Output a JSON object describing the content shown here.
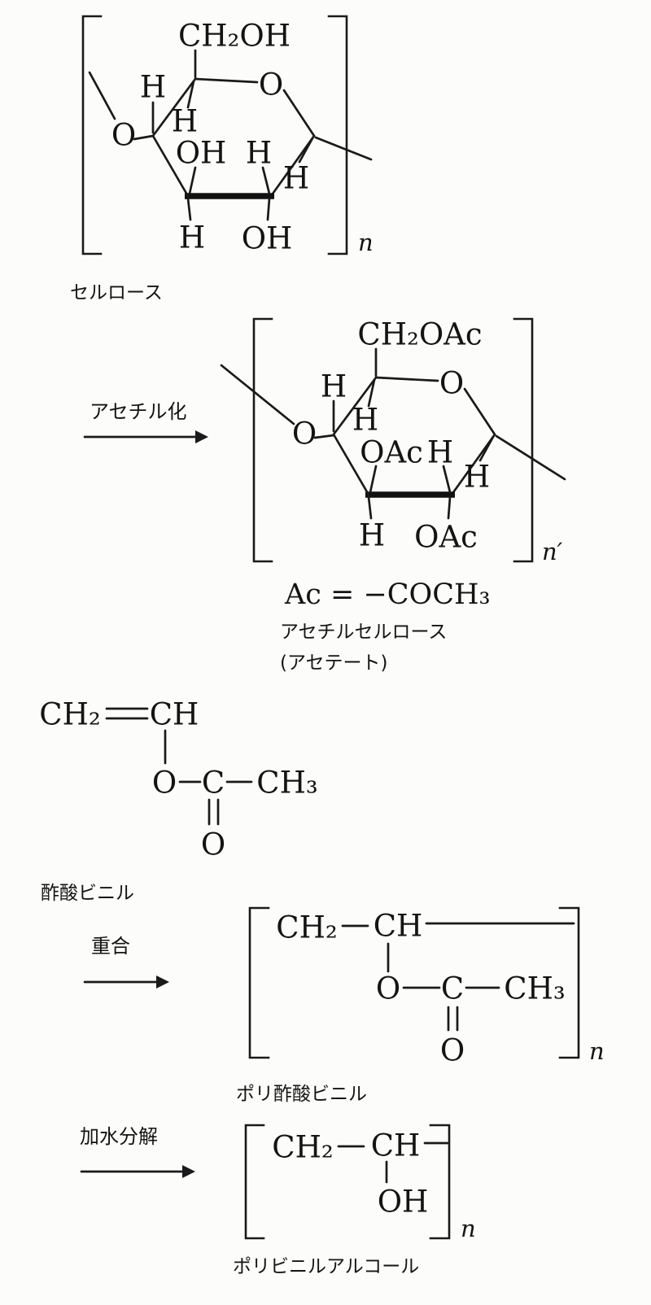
{
  "cellulose": {
    "ch2oh": "CH₂OH",
    "ring_o": "O",
    "glycosidic_o": "O",
    "h": "H",
    "oh": "OH",
    "n": "n",
    "caption": "セルロース"
  },
  "acetylation": {
    "arrow_label": "アセチル化"
  },
  "acetyl_cellulose": {
    "ch2oac": "CH₂OAc",
    "ring_o": "O",
    "glycosidic_o": "O",
    "h": "H",
    "oac": "OAc",
    "n": "n′",
    "ac_definition": "Ac = −COCH₃",
    "caption": "アセチルセルロース",
    "caption_sub": "(アセテート)"
  },
  "vinyl_acetate": {
    "ch2": "CH₂",
    "ch": "CH",
    "ester_o": "O",
    "carbonyl_c": "C",
    "ch3": "CH₃",
    "carbonyl_o": "O",
    "caption": "酢酸ビニル"
  },
  "polymerization": {
    "arrow_label": "重合"
  },
  "poly_vinyl_acetate": {
    "ch2": "CH₂",
    "ch": "CH",
    "ester_o": "O",
    "carbonyl_c": "C",
    "ch3": "CH₃",
    "carbonyl_o": "O",
    "n": "n",
    "caption": "ポリ酢酸ビニル"
  },
  "hydrolysis": {
    "arrow_label": "加水分解"
  },
  "poly_vinyl_alcohol": {
    "ch2": "CH₂",
    "ch": "CH",
    "oh": "OH",
    "n": "n",
    "caption": "ポリビニルアルコール"
  }
}
